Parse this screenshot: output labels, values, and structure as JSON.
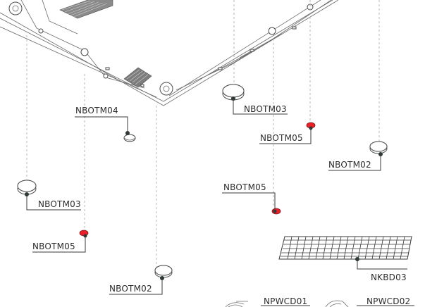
{
  "diagram": {
    "labels": {
      "nbotm04": "NBOTM04",
      "nbotm03_a": "NBOTM03",
      "nbotm05_a": "NBOTM05",
      "nbotm02_a": "NBOTM02",
      "nbotm05_b": "NBOTM05",
      "nbotm03_b": "NBOTM03",
      "nbotm05_c": "NBOTM05",
      "nbotm02_b": "NBOTM02",
      "nkbd03": "NKBD03",
      "npwcd01": "NPWCD01",
      "npwcd02": "NPWCD02"
    },
    "colors": {
      "accent": "#e8202a",
      "line": "#3a3a3a",
      "guide": "#b9b9b9",
      "dot": "#2e3a36"
    }
  }
}
